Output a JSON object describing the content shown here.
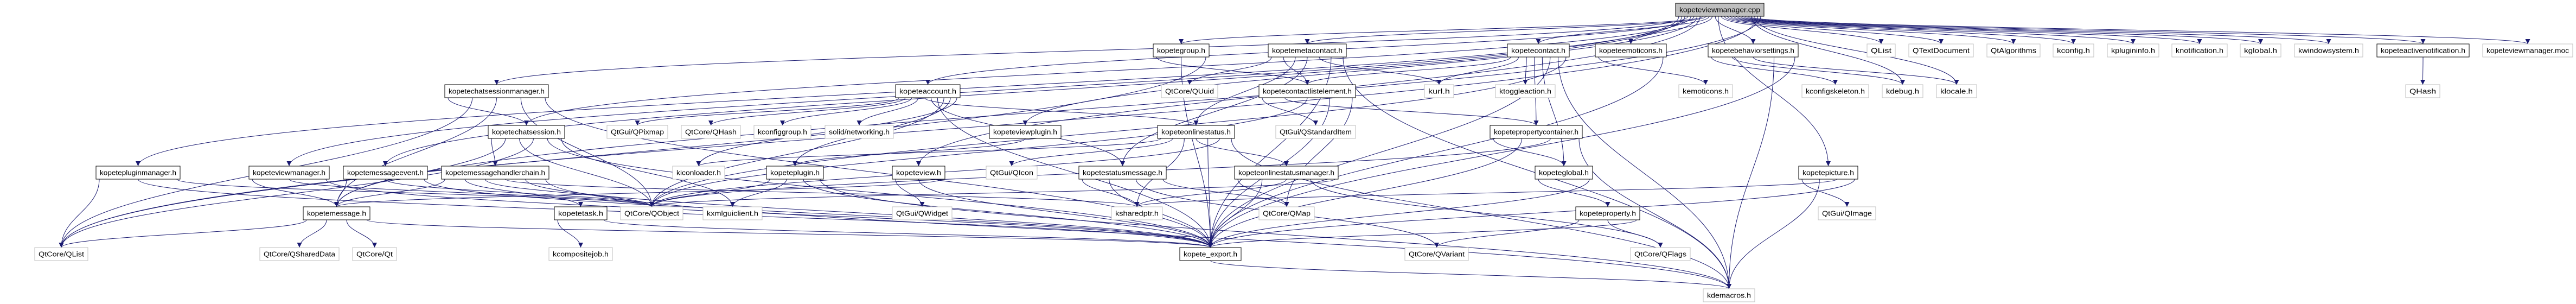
{
  "graph": {
    "type": "include-dependency-graph",
    "colors": {
      "edge": "#191970",
      "root_fill": "#bfbfbf",
      "root_border": "#000000",
      "documented_border": "#000000",
      "external_border": "#bfbfbf",
      "node_fill": "#ffffff"
    },
    "nodes": [
      {
        "label": "kopeteviewmanager.cpp",
        "kind": "root"
      },
      {
        "label": "kopetemetacontact.h",
        "kind": "documented"
      },
      {
        "label": "kopetegroup.h",
        "kind": "documented"
      },
      {
        "label": "kopetecontact.h",
        "kind": "documented"
      },
      {
        "label": "kopeteemoticons.h",
        "kind": "documented"
      },
      {
        "label": "kopetebehaviorsettings.h",
        "kind": "documented"
      },
      {
        "label": "QList",
        "kind": "external"
      },
      {
        "label": "QTextDocument",
        "kind": "external"
      },
      {
        "label": "QtAlgorithms",
        "kind": "external"
      },
      {
        "label": "kconfig.h",
        "kind": "external"
      },
      {
        "label": "kplugininfo.h",
        "kind": "external"
      },
      {
        "label": "knotification.h",
        "kind": "external"
      },
      {
        "label": "kglobal.h",
        "kind": "external"
      },
      {
        "label": "kwindowsystem.h",
        "kind": "external"
      },
      {
        "label": "kopeteactivenotification.h",
        "kind": "documented"
      },
      {
        "label": "kopeteviewmanager.moc",
        "kind": "external"
      },
      {
        "label": "kopetechatsessionmanager.h",
        "kind": "documented"
      },
      {
        "label": "kopeteaccount.h",
        "kind": "documented"
      },
      {
        "label": "QtCore/QUuid",
        "kind": "external"
      },
      {
        "label": "kopetecontactlistelement.h",
        "kind": "documented"
      },
      {
        "label": "kurl.h",
        "kind": "external"
      },
      {
        "label": "ktoggleaction.h",
        "kind": "external"
      },
      {
        "label": "kemoticons.h",
        "kind": "external"
      },
      {
        "label": "kconfigskeleton.h",
        "kind": "external"
      },
      {
        "label": "kdebug.h",
        "kind": "external"
      },
      {
        "label": "klocale.h",
        "kind": "external"
      },
      {
        "label": "QHash",
        "kind": "external"
      },
      {
        "label": "kopetechatsession.h",
        "kind": "documented"
      },
      {
        "label": "QtGui/QPixmap",
        "kind": "external"
      },
      {
        "label": "QtCore/QHash",
        "kind": "external"
      },
      {
        "label": "kconfiggroup.h",
        "kind": "external"
      },
      {
        "label": "solid/networking.h",
        "kind": "external"
      },
      {
        "label": "kopeteviewplugin.h",
        "kind": "documented"
      },
      {
        "label": "kopeteonlinestatus.h",
        "kind": "documented"
      },
      {
        "label": "QtGui/QStandardItem",
        "kind": "external"
      },
      {
        "label": "kopetepropertycontainer.h",
        "kind": "documented"
      },
      {
        "label": "kopetepluginmanager.h",
        "kind": "documented"
      },
      {
        "label": "kopeteviewmanager.h",
        "kind": "documented"
      },
      {
        "label": "kopetemessageevent.h",
        "kind": "documented"
      },
      {
        "label": "kopetemessagehandlerchain.h",
        "kind": "documented"
      },
      {
        "label": "kiconloader.h",
        "kind": "external"
      },
      {
        "label": "kopeteplugin.h",
        "kind": "documented"
      },
      {
        "label": "kopeteview.h",
        "kind": "documented"
      },
      {
        "label": "QtGui/QIcon",
        "kind": "external"
      },
      {
        "label": "kopetestatusmessage.h",
        "kind": "documented"
      },
      {
        "label": "kopeteonlinestatusmanager.h",
        "kind": "documented"
      },
      {
        "label": "kopeteglobal.h",
        "kind": "documented"
      },
      {
        "label": "kopetepicture.h",
        "kind": "documented"
      },
      {
        "label": "kopetemessage.h",
        "kind": "documented"
      },
      {
        "label": "kopetetask.h",
        "kind": "documented"
      },
      {
        "label": "QtCore/QObject",
        "kind": "external"
      },
      {
        "label": "kxmlguiclient.h",
        "kind": "external"
      },
      {
        "label": "QtGui/QWidget",
        "kind": "external"
      },
      {
        "label": "ksharedptr.h",
        "kind": "external"
      },
      {
        "label": "QtCore/QMap",
        "kind": "external"
      },
      {
        "label": "kopeteproperty.h",
        "kind": "documented"
      },
      {
        "label": "QtGui/QImage",
        "kind": "external"
      },
      {
        "label": "QtCore/QList",
        "kind": "external"
      },
      {
        "label": "QtCore/QSharedData",
        "kind": "external"
      },
      {
        "label": "QtCore/Qt",
        "kind": "external"
      },
      {
        "label": "kcompositejob.h",
        "kind": "external"
      },
      {
        "label": "kopete_export.h",
        "kind": "documented"
      },
      {
        "label": "QtCore/QVariant",
        "kind": "external"
      },
      {
        "label": "QtCore/QFlags",
        "kind": "external"
      },
      {
        "label": "kdemacros.h",
        "kind": "external"
      }
    ],
    "edges": [
      [
        "kopeteviewmanager.cpp",
        "kopeteviewmanager.h"
      ],
      [
        "kopeteviewmanager.cpp",
        "kopetemessageevent.h"
      ],
      [
        "kopeteviewmanager.cpp",
        "kopetepluginmanager.h"
      ],
      [
        "kopeteviewmanager.cpp",
        "kopetechatsessionmanager.h"
      ],
      [
        "kopeteviewmanager.cpp",
        "kopetechatsession.h"
      ],
      [
        "kopeteviewmanager.cpp",
        "kopeteaccount.h"
      ],
      [
        "kopeteviewmanager.cpp",
        "kopeteviewplugin.h"
      ],
      [
        "kopeteviewmanager.cpp",
        "kopeteview.h"
      ],
      [
        "kopeteviewmanager.cpp",
        "kopetegroup.h"
      ],
      [
        "kopeteviewmanager.cpp",
        "kopetemetacontact.h"
      ],
      [
        "kopeteviewmanager.cpp",
        "kopetecontact.h"
      ],
      [
        "kopeteviewmanager.cpp",
        "kopeteemoticons.h"
      ],
      [
        "kopeteviewmanager.cpp",
        "kopetebehaviorsettings.h"
      ],
      [
        "kopeteviewmanager.cpp",
        "kopetepicture.h"
      ],
      [
        "kopeteviewmanager.cpp",
        "QList"
      ],
      [
        "kopeteviewmanager.cpp",
        "QTextDocument"
      ],
      [
        "kopeteviewmanager.cpp",
        "QtAlgorithms"
      ],
      [
        "kopeteviewmanager.cpp",
        "kconfig.h"
      ],
      [
        "kopeteviewmanager.cpp",
        "kplugininfo.h"
      ],
      [
        "kopeteviewmanager.cpp",
        "knotification.h"
      ],
      [
        "kopeteviewmanager.cpp",
        "kglobal.h"
      ],
      [
        "kopeteviewmanager.cpp",
        "kwindowsystem.h"
      ],
      [
        "kopeteviewmanager.cpp",
        "kopeteactivenotification.h"
      ],
      [
        "kopeteviewmanager.cpp",
        "kopeteviewmanager.moc"
      ],
      [
        "kopeteviewmanager.cpp",
        "kdebug.h"
      ],
      [
        "kopeteviewmanager.cpp",
        "klocale.h"
      ],
      [
        "kopeteviewmanager.cpp",
        "QtCore/QList"
      ],
      [
        "kopeteviewmanager.cpp",
        "kopetemessage.h"
      ],
      [
        "kopeteactivenotification.h",
        "QHash"
      ],
      [
        "kopetechatsessionmanager.h",
        "kopetechatsession.h"
      ],
      [
        "kopetechatsessionmanager.h",
        "QtCore/QList"
      ],
      [
        "kopetechatsessionmanager.h",
        "kopetemessage.h"
      ],
      [
        "kopetechatsessionmanager.h",
        "QtCore/QObject"
      ],
      [
        "kopetechatsessionmanager.h",
        "kopete_export.h"
      ],
      [
        "kopetechatsession.h",
        "kopetemessagehandlerchain.h"
      ],
      [
        "kopetechatsession.h",
        "kopetemessage.h"
      ],
      [
        "kopetechatsession.h",
        "QtCore/QObject"
      ],
      [
        "kopetechatsession.h",
        "QtCore/QList"
      ],
      [
        "kopetechatsession.h",
        "kopete_export.h"
      ],
      [
        "kopetechatsession.h",
        "kxmlguiclient.h"
      ],
      [
        "kopetepluginmanager.h",
        "QtCore/QList"
      ],
      [
        "kopetepluginmanager.h",
        "kopete_export.h"
      ],
      [
        "kopetepluginmanager.h",
        "QtCore/QObject"
      ],
      [
        "kopeteviewmanager.h",
        "kopetemessage.h"
      ],
      [
        "kopeteviewmanager.h",
        "QtCore/QObject"
      ],
      [
        "kopeteviewmanager.h",
        "kopete_export.h"
      ],
      [
        "kopetemessageevent.h",
        "kopetemessage.h"
      ],
      [
        "kopetemessageevent.h",
        "QtCore/QObject"
      ],
      [
        "kopetemessageevent.h",
        "kopete_export.h"
      ],
      [
        "kopetemessagehandlerchain.h",
        "kopetemessage.h"
      ],
      [
        "kopetemessagehandlerchain.h",
        "kopetetask.h"
      ],
      [
        "kopetemessagehandlerchain.h",
        "QtCore/QObject"
      ],
      [
        "kopetemessagehandlerchain.h",
        "ksharedptr.h"
      ],
      [
        "kopetemessagehandlerchain.h",
        "kopete_export.h"
      ],
      [
        "kopetemessagehandlerchain.h",
        "kdemacros.h"
      ],
      [
        "kopetemessage.h",
        "QtCore/QList"
      ],
      [
        "kopetemessage.h",
        "QtCore/QSharedData"
      ],
      [
        "kopetemessage.h",
        "QtCore/Qt"
      ],
      [
        "kopetemessage.h",
        "kopete_export.h"
      ],
      [
        "kopetetask.h",
        "kcompositejob.h"
      ],
      [
        "kopetetask.h",
        "kopete_export.h"
      ],
      [
        "kopeteaccount.h",
        "QtGui/QPixmap"
      ],
      [
        "kopeteaccount.h",
        "QtCore/QHash"
      ],
      [
        "kopeteaccount.h",
        "kconfiggroup.h"
      ],
      [
        "kopeteaccount.h",
        "solid/networking.h"
      ],
      [
        "kopeteaccount.h",
        "kopeteonlinestatus.h"
      ],
      [
        "kopeteaccount.h",
        "kopetestatusmessage.h"
      ],
      [
        "kopeteaccount.h",
        "kopete_export.h"
      ],
      [
        "kopeteaccount.h",
        "QtCore/QObject"
      ],
      [
        "kopeteaccount.h",
        "kopeteplugin.h"
      ],
      [
        "kopeteaccount.h",
        "kiconloader.h"
      ],
      [
        "kopeteviewplugin.h",
        "kopeteplugin.h"
      ],
      [
        "kopeteplugin.h",
        "QtCore/QObject"
      ],
      [
        "kopeteplugin.h",
        "kxmlguiclient.h"
      ],
      [
        "kopeteplugin.h",
        "kopete_export.h"
      ],
      [
        "kopeteplugin.h",
        "kdemacros.h"
      ],
      [
        "kopeteview.h",
        "QtGui/QWidget"
      ],
      [
        "kopeteview.h",
        "kopete_export.h"
      ],
      [
        "kopeteview.h",
        "kopetemessage.h"
      ],
      [
        "kopetegroup.h",
        "kopetecontactlistelement.h"
      ],
      [
        "kopetegroup.h",
        "kopete_export.h"
      ],
      [
        "kopetegroup.h",
        "QtCore/QList"
      ],
      [
        "kopetemetacontact.h",
        "QtCore/QUuid"
      ],
      [
        "kopetemetacontact.h",
        "kopetecontactlistelement.h"
      ],
      [
        "kopetemetacontact.h",
        "kopeteonlinestatus.h"
      ],
      [
        "kopetemetacontact.h",
        "kopetestatusmessage.h"
      ],
      [
        "kopetemetacontact.h",
        "kurl.h"
      ],
      [
        "kopetemetacontact.h",
        "kopete_export.h"
      ],
      [
        "kopetemetacontact.h",
        "kdemacros.h"
      ],
      [
        "kopetecontactlistelement.h",
        "QtGui/QStandardItem"
      ],
      [
        "kopetecontactlistelement.h",
        "kopetepropertycontainer.h"
      ],
      [
        "kopetecontactlistelement.h",
        "QtCore/QObject"
      ],
      [
        "kopetecontactlistelement.h",
        "kopete_export.h"
      ],
      [
        "kopetecontactlistelement.h",
        "QtCore/QMap"
      ],
      [
        "kopeteonlinestatus.h",
        "kiconloader.h"
      ],
      [
        "kopeteonlinestatus.h",
        "QtGui/QIcon"
      ],
      [
        "kopeteonlinestatus.h",
        "ksharedptr.h"
      ],
      [
        "kopeteonlinestatus.h",
        "kopeteonlinestatusmanager.h"
      ],
      [
        "kopeteonlinestatus.h",
        "kopete_export.h"
      ],
      [
        "kopeteonlinestatus.h",
        "QtCore/QObject"
      ],
      [
        "kopeteonlinestatus.h",
        "kdemacros.h"
      ],
      [
        "kopetestatusmessage.h",
        "ksharedptr.h"
      ],
      [
        "kopetestatusmessage.h",
        "kopete_export.h"
      ],
      [
        "kopetestatusmessage.h",
        "QtCore/QVariant"
      ],
      [
        "kopetestatusmessage.h",
        "QtCore/QMap"
      ],
      [
        "kopeteonlinestatusmanager.h",
        "QtCore/QMap"
      ],
      [
        "kopeteonlinestatusmanager.h",
        "kopete_export.h"
      ],
      [
        "kopeteonlinestatusmanager.h",
        "ksharedptr.h"
      ],
      [
        "kopeteonlinestatusmanager.h",
        "QtCore/QFlags"
      ],
      [
        "kopeteonlinestatusmanager.h",
        "QtCore/QObject"
      ],
      [
        "kopetecontact.h",
        "kopetecontactlistelement.h"
      ],
      [
        "kopetecontact.h",
        "kurl.h"
      ],
      [
        "kopetecontact.h",
        "ktoggleaction.h"
      ],
      [
        "kopetecontact.h",
        "kopetepropertycontainer.h"
      ],
      [
        "kopetecontact.h",
        "kopeteglobal.h"
      ],
      [
        "kopetecontact.h",
        "kopete_export.h"
      ],
      [
        "kopetecontact.h",
        "kdemacros.h"
      ],
      [
        "kopetecontact.h",
        "QtCore/QObject"
      ],
      [
        "kopeteemoticons.h",
        "kemoticons.h"
      ],
      [
        "kopeteemoticons.h",
        "kopete_export.h"
      ],
      [
        "kopetebehaviorsettings.h",
        "kconfigskeleton.h"
      ],
      [
        "kopetebehaviorsettings.h",
        "kdebug.h"
      ],
      [
        "kopetebehaviorsettings.h",
        "klocale.h"
      ],
      [
        "kopetebehaviorsettings.h",
        "kdemacros.h"
      ],
      [
        "kopetebehaviorsettings.h",
        "kopete_export.h"
      ],
      [
        "kopetepropertycontainer.h",
        "kopeteglobal.h"
      ],
      [
        "kopetepropertycontainer.h",
        "kopete_export.h"
      ],
      [
        "kopetepropertycontainer.h",
        "QtCore/QObject"
      ],
      [
        "kopetepropertycontainer.h",
        "kdemacros.h"
      ],
      [
        "kopeteglobal.h",
        "kopeteproperty.h"
      ],
      [
        "kopeteglobal.h",
        "kopete_export.h"
      ],
      [
        "kopeteproperty.h",
        "QtCore/QVariant"
      ],
      [
        "kopeteproperty.h",
        "QtCore/QFlags"
      ],
      [
        "kopeteproperty.h",
        "kopete_export.h"
      ],
      [
        "kopetepicture.h",
        "QtGui/QImage"
      ],
      [
        "kopetepicture.h",
        "kdemacros.h"
      ],
      [
        "kopetepicture.h",
        "ksharedptr.h"
      ],
      [
        "kopetepicture.h",
        "kopete_export.h"
      ],
      [
        "kopete_export.h",
        "kdemacros.h"
      ]
    ]
  }
}
